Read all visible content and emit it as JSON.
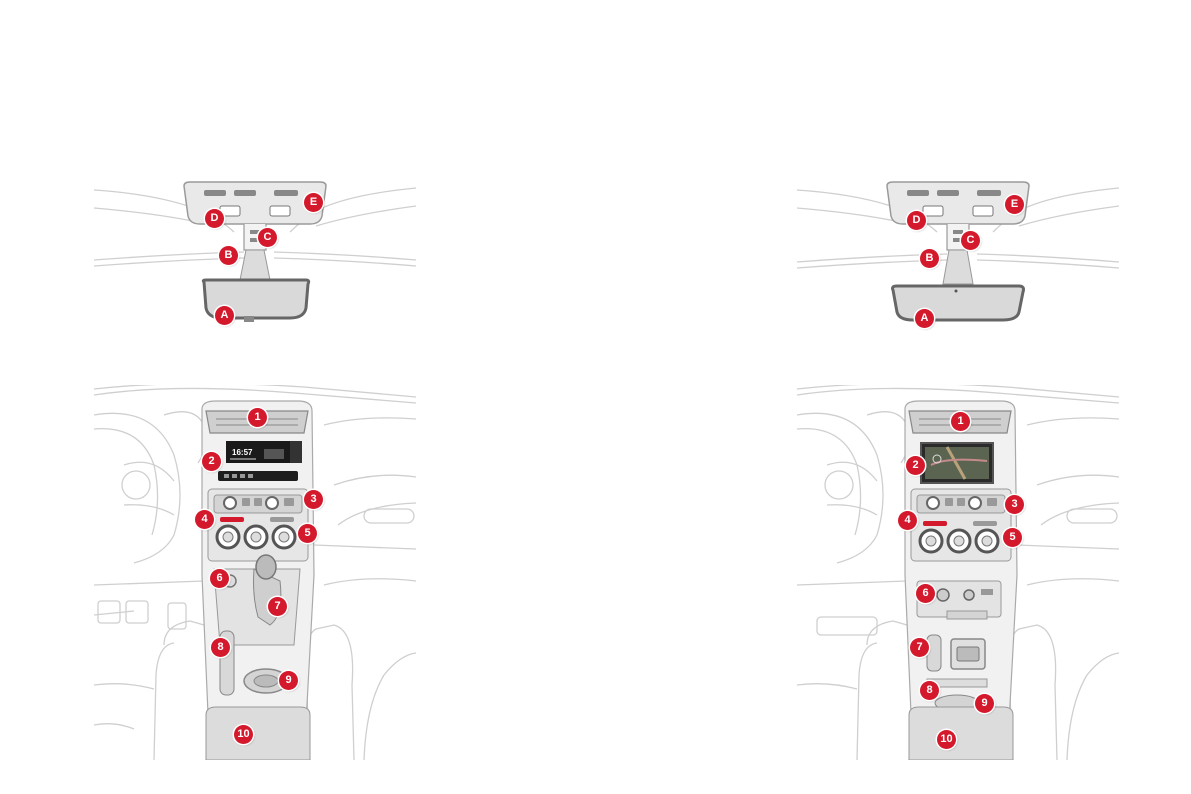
{
  "callout_color": "#d3192b",
  "line_color": "#c8c8c8",
  "top_left": {
    "markers": [
      "A",
      "B",
      "C",
      "D",
      "E"
    ]
  },
  "top_right": {
    "markers": [
      "A",
      "B",
      "C",
      "D",
      "E"
    ]
  },
  "bottom_left": {
    "markers": [
      "1",
      "2",
      "3",
      "4",
      "5",
      "6",
      "7",
      "8",
      "9",
      "10"
    ],
    "display": {
      "time": "16:57"
    }
  },
  "bottom_right": {
    "markers": [
      "1",
      "2",
      "3",
      "4",
      "5",
      "6",
      "7",
      "8",
      "9",
      "10"
    ]
  }
}
